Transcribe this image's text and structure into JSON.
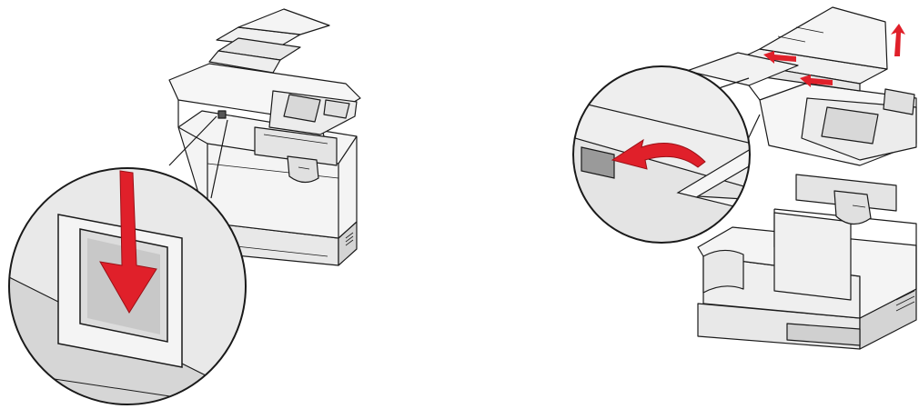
{
  "figure": {
    "panels": [
      {
        "id": "left",
        "illustration": "printer-power-switch-off"
      },
      {
        "id": "right",
        "illustration": "adf-input-tray-lift"
      }
    ],
    "accent_color": "#e0202a",
    "printer_body_color": "#f2f2f2",
    "printer_shadow_color": "#d4d4d4",
    "outline_color": "#1a1a1a",
    "icons": [
      "down-arrow-icon",
      "curved-arrow-icon",
      "up-arrow-icon",
      "inward-arrow-icon"
    ]
  }
}
